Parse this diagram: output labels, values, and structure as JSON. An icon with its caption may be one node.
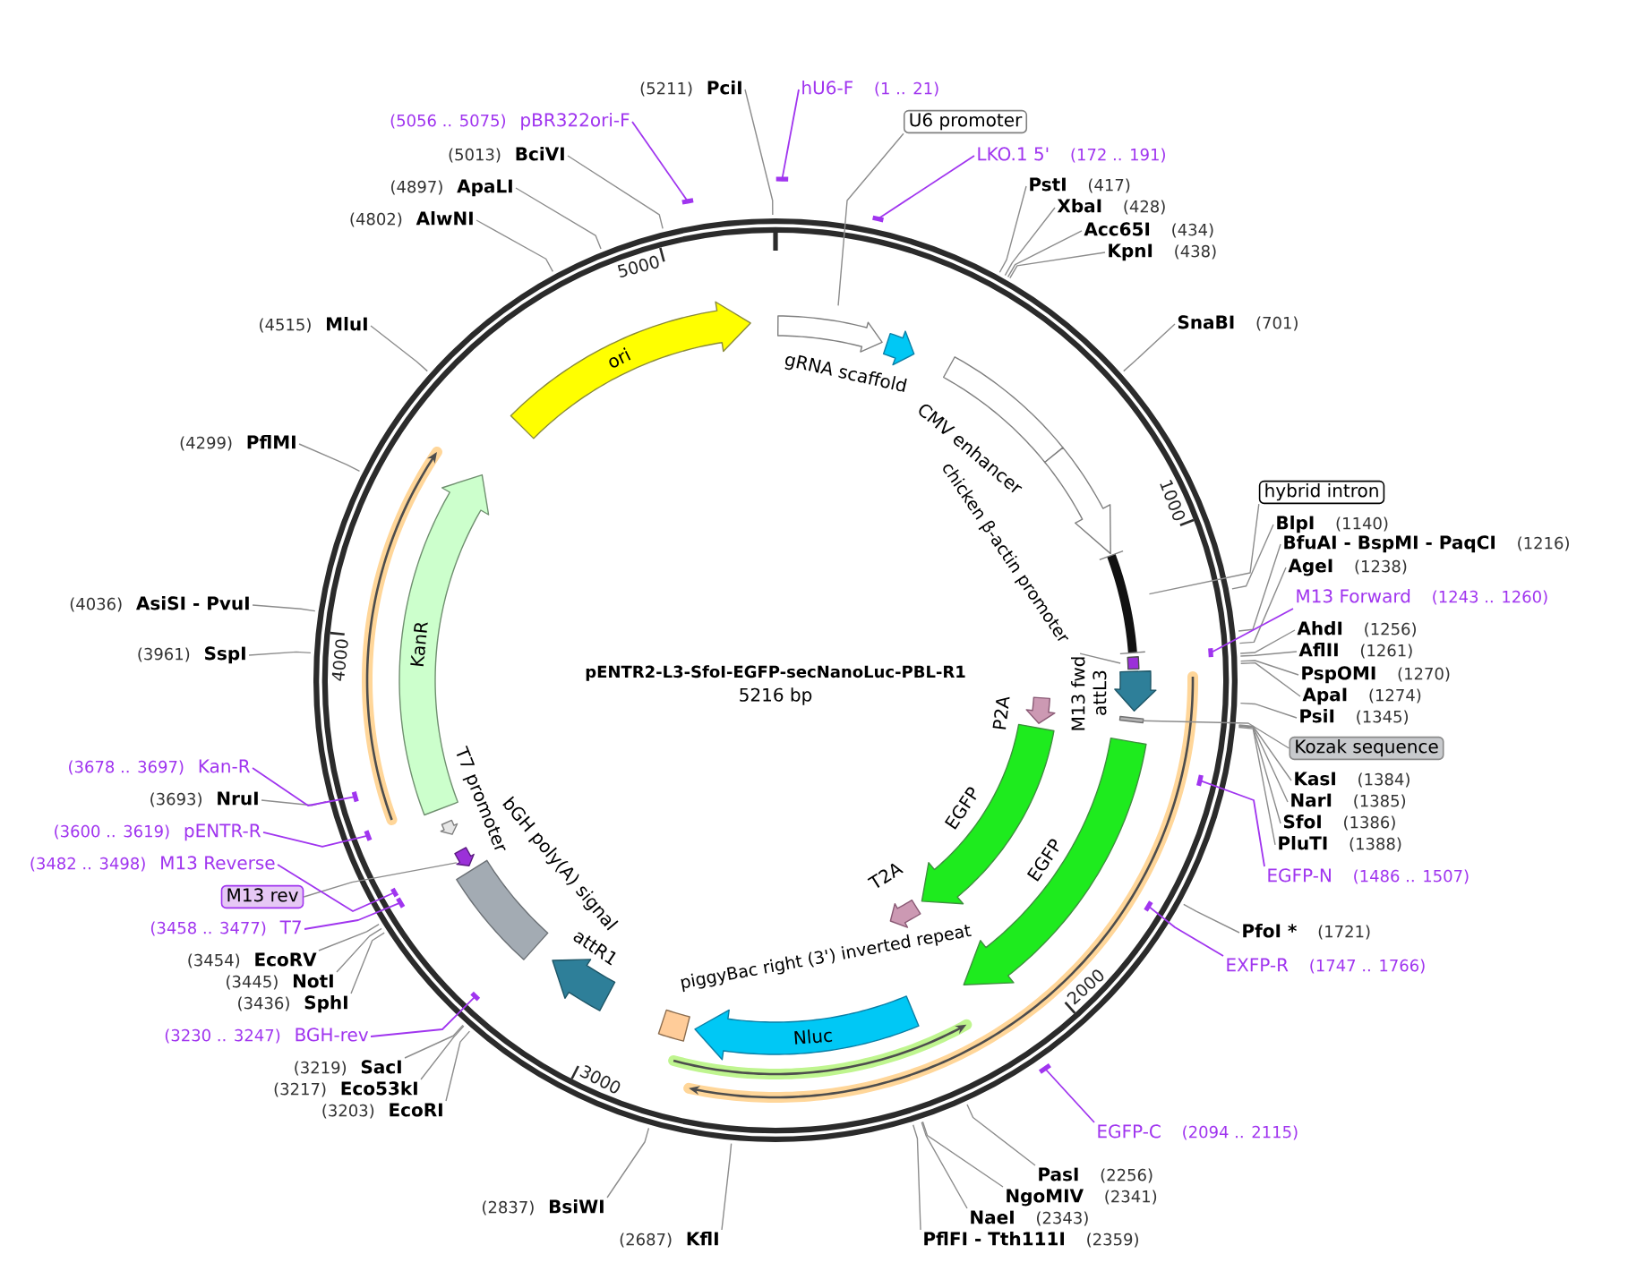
{
  "diagram": {
    "title": "pENTR2-L3-SfoI-EGFP-secNanoLuc-PBL-R1",
    "nodes": [
      {
        "text": [
          "PciI"
        ],
        "beside": [
          "(5211)"
        ]
      },
      {
        "text": [
          "hU6-F"
        ],
        "beside": [
          "(1 .. 21)"
        ]
      },
      {
        "text": [
          "U6 promoter"
        ]
      },
      {
        "text": [
          "LKO.1 5'"
        ],
        "beside": [
          "(172 .. 191)"
        ]
      },
      {
        "text": [
          "PstI"
        ],
        "beside": [
          "(417)"
        ]
      },
      {
        "text": [
          "XbaI"
        ],
        "beside": [
          "(428)"
        ]
      },
      {
        "text": [
          "Acc65I"
        ],
        "beside": [
          "(434)"
        ]
      },
      {
        "text": [
          "KpnI"
        ],
        "beside": [
          "(438)"
        ]
      },
      {
        "text": [
          "SnaBI"
        ],
        "beside": [
          "(701)"
        ]
      },
      {
        "text": [
          "hybrid intron"
        ]
      },
      {
        "text": [
          "BlpI"
        ],
        "beside": [
          "(1140)"
        ]
      },
      {
        "text": [
          "BfuAI - BspMI - PaqCI"
        ],
        "beside": [
          "(1216)"
        ]
      },
      {
        "text": [
          "AgeI"
        ],
        "beside": [
          "(1238)"
        ]
      },
      {
        "text": [
          "M13 Forward"
        ],
        "beside": [
          "(1243 .. 1260)"
        ]
      },
      {
        "text": [
          "AhdI"
        ],
        "beside": [
          "(1256)"
        ]
      },
      {
        "text": [
          "AflII"
        ],
        "beside": [
          "(1261)"
        ]
      },
      {
        "text": [
          "PspOMI"
        ],
        "beside": [
          "(1270)"
        ]
      },
      {
        "text": [
          "ApaI"
        ],
        "beside": [
          "(1274)"
        ]
      },
      {
        "text": [
          "PsiI"
        ],
        "beside": [
          "(1345)"
        ]
      },
      {
        "text": [
          "Kozak sequence"
        ]
      },
      {
        "text": [
          "KasI"
        ],
        "beside": [
          "(1384)"
        ]
      },
      {
        "text": [
          "NarI"
        ],
        "beside": [
          "(1385)"
        ]
      },
      {
        "text": [
          "SfoI"
        ],
        "beside": [
          "(1386)"
        ]
      },
      {
        "text": [
          "PluTI"
        ],
        "beside": [
          "(1388)"
        ]
      },
      {
        "text": [
          "EGFP-N"
        ],
        "beside": [
          "(1486 .. 1507)"
        ]
      },
      {
        "text": [
          "PfoI *"
        ],
        "beside": [
          "(1721)"
        ]
      },
      {
        "text": [
          "EXFP-R"
        ],
        "beside": [
          "(1747 .. 1766)"
        ]
      },
      {
        "text": [
          "EGFP-C"
        ],
        "beside": [
          "(2094 .. 2115)"
        ]
      },
      {
        "text": [
          "PasI"
        ],
        "beside": [
          "(2256)"
        ]
      },
      {
        "text": [
          "NgoMIV"
        ],
        "beside": [
          "(2341)"
        ]
      },
      {
        "text": [
          "NaeI"
        ],
        "beside": [
          "(2343)"
        ]
      },
      {
        "text": [
          "PflFI - Tth111I"
        ],
        "beside": [
          "(2359)"
        ]
      },
      {
        "text": [
          "KflI"
        ],
        "beside": [
          "(2687)"
        ]
      },
      {
        "text": [
          "BsiWI"
        ],
        "beside": [
          "(2837)"
        ]
      },
      {
        "text": [
          "EcoRI"
        ],
        "beside": [
          "(3203)"
        ]
      },
      {
        "text": [
          "Eco53kI"
        ],
        "beside": [
          "(3217)"
        ]
      },
      {
        "text": [
          "SacI"
        ],
        "beside": [
          "(3219)"
        ]
      },
      {
        "text": [
          "BGH-rev"
        ],
        "beside": [
          "(3230 .. 3247)"
        ]
      },
      {
        "text": [
          "SphI"
        ],
        "beside": [
          "(3436)"
        ]
      },
      {
        "text": [
          "NotI"
        ],
        "beside": [
          "(3445)"
        ]
      },
      {
        "text": [
          "EcoRV"
        ],
        "beside": [
          "(3454)"
        ]
      },
      {
        "text": [
          "T7"
        ],
        "beside": [
          "(3458 .. 3477)"
        ]
      },
      {
        "text": [
          "M13 rev"
        ]
      },
      {
        "text": [
          "M13 Reverse"
        ],
        "beside": [
          "(3482 .. 3498)"
        ]
      },
      {
        "text": [
          "pENTR-R"
        ],
        "beside": [
          "(3600 .. 3619)"
        ]
      },
      {
        "text": [
          "NruI"
        ],
        "beside": [
          "(3693)"
        ]
      },
      {
        "text": [
          "Kan-R"
        ],
        "beside": [
          "(3678 .. 3697)"
        ]
      },
      {
        "text": [
          "SspI"
        ],
        "beside": [
          "(3961)"
        ]
      },
      {
        "text": [
          "AsiSI - PvuI"
        ],
        "beside": [
          "(4036)"
        ]
      },
      {
        "text": [
          "PflMI"
        ],
        "beside": [
          "(4299)"
        ]
      },
      {
        "text": [
          "MluI"
        ],
        "beside": [
          "(4515)"
        ]
      },
      {
        "text": [
          "AlwNI"
        ],
        "beside": [
          "(4802)"
        ]
      },
      {
        "text": [
          "ApaLI"
        ],
        "beside": [
          "(4897)"
        ]
      },
      {
        "text": [
          "BciVI"
        ],
        "beside": [
          "(5013)"
        ]
      },
      {
        "text": [
          "pBR322ori-F"
        ],
        "beside": [
          "(5056 .. 5075)"
        ]
      },
      {
        "text": [],
        "shape": "bar"
      },
      {
        "text": [],
        "shape": "bar"
      },
      {
        "text": [],
        "shape": "bar"
      },
      {
        "text": [],
        "shape": "bar"
      },
      {
        "text": [],
        "shape": "bar"
      },
      {
        "text": [],
        "shape": "bar"
      },
      {
        "text": [],
        "shape": "bar"
      },
      {
        "text": [],
        "shape": "bar"
      },
      {
        "text": [],
        "shape": "bar"
      },
      {
        "text": [],
        "shape": "bar"
      },
      {
        "text": [],
        "shape": "bar"
      },
      {
        "text": [],
        "shape": "bar"
      },
      {
        "text": [],
        "shape": "arrow"
      },
      {
        "text": [
          "gRNA scaffold"
        ]
      },
      {
        "text": [
          "CMV enhancer"
        ]
      },
      {
        "text": [
          "chicken β-actin promoter"
        ]
      },
      {
        "text": [],
        "shape": "bar"
      },
      {
        "text": [
          "M13 fwd"
        ]
      },
      {
        "text": [],
        "shape": "bar"
      },
      {
        "text": [
          "attL3"
        ]
      },
      {
        "text": [
          "P2A"
        ]
      },
      {
        "text": [
          "EGFP"
        ]
      },
      {
        "text": [
          "EGFP"
        ]
      },
      {
        "text": [
          "T2A"
        ]
      },
      {
        "text": [
          "Nluc"
        ]
      },
      {
        "text": [
          "piggyBac right (3') inverted repeat"
        ]
      },
      {
        "text": [
          "attR1"
        ]
      },
      {
        "text": [
          "bGH poly(A) signal"
        ]
      },
      {
        "text": [
          "T7 promoter"
        ]
      },
      {
        "text": [
          "KanR"
        ]
      },
      {
        "text": [
          "ori"
        ]
      },
      {
        "text": [],
        "shape": "bar"
      },
      {
        "text": [],
        "shape": "arrow"
      }
    ],
    "edges": [
      {
        "from": 0,
        "to": null,
        "arrow": "none"
      },
      {
        "from": 1,
        "to": 55,
        "arrow": "none",
        "color": "#a035ef"
      },
      {
        "from": 2,
        "to": 67,
        "arrow": "none"
      },
      {
        "from": 3,
        "to": 56,
        "arrow": "none",
        "color": "#a035ef"
      },
      {
        "from": 4,
        "to": null,
        "arrow": "none"
      },
      {
        "from": 5,
        "to": null,
        "arrow": "none"
      },
      {
        "from": 6,
        "to": null,
        "arrow": "none"
      },
      {
        "from": 7,
        "to": null,
        "arrow": "none"
      },
      {
        "from": 8,
        "to": null,
        "arrow": "none"
      },
      {
        "from": 9,
        "to": 71,
        "arrow": "none"
      },
      {
        "from": 10,
        "to": null,
        "arrow": "none"
      },
      {
        "from": 11,
        "to": null,
        "arrow": "none"
      },
      {
        "from": 12,
        "to": null,
        "arrow": "none"
      },
      {
        "from": 13,
        "to": 57,
        "arrow": "none",
        "color": "#a035ef"
      },
      {
        "from": 14,
        "to": null,
        "arrow": "none"
      },
      {
        "from": 15,
        "to": null,
        "arrow": "none"
      },
      {
        "from": 16,
        "to": null,
        "arrow": "none"
      },
      {
        "from": 17,
        "to": null,
        "arrow": "none"
      },
      {
        "from": 18,
        "to": null,
        "arrow": "none"
      },
      {
        "from": 19,
        "to": 86,
        "arrow": "none"
      },
      {
        "from": 20,
        "to": null,
        "arrow": "none"
      },
      {
        "from": 21,
        "to": null,
        "arrow": "none"
      },
      {
        "from": 22,
        "to": null,
        "arrow": "none"
      },
      {
        "from": 23,
        "to": null,
        "arrow": "none"
      },
      {
        "from": 24,
        "to": 58,
        "arrow": "none",
        "color": "#a035ef"
      },
      {
        "from": 25,
        "to": null,
        "arrow": "none"
      },
      {
        "from": 26,
        "to": 59,
        "arrow": "none",
        "color": "#a035ef"
      },
      {
        "from": 27,
        "to": 60,
        "arrow": "none",
        "color": "#a035ef"
      },
      {
        "from": 28,
        "to": null,
        "arrow": "none"
      },
      {
        "from": 29,
        "to": null,
        "arrow": "none"
      },
      {
        "from": 30,
        "to": null,
        "arrow": "none"
      },
      {
        "from": 31,
        "to": null,
        "arrow": "none"
      },
      {
        "from": 32,
        "to": null,
        "arrow": "none"
      },
      {
        "from": 33,
        "to": null,
        "arrow": "none"
      },
      {
        "from": 34,
        "to": null,
        "arrow": "none"
      },
      {
        "from": 35,
        "to": null,
        "arrow": "none"
      },
      {
        "from": 36,
        "to": null,
        "arrow": "none"
      },
      {
        "from": 37,
        "to": 61,
        "arrow": "none",
        "color": "#a035ef"
      },
      {
        "from": 38,
        "to": null,
        "arrow": "none"
      },
      {
        "from": 39,
        "to": null,
        "arrow": "none"
      },
      {
        "from": 40,
        "to": null,
        "arrow": "none"
      },
      {
        "from": 41,
        "to": 62,
        "arrow": "none",
        "color": "#a035ef"
      },
      {
        "from": 42,
        "to": 87,
        "arrow": "none"
      },
      {
        "from": 43,
        "to": 63,
        "arrow": "none",
        "color": "#a035ef"
      },
      {
        "from": 44,
        "to": 64,
        "arrow": "none",
        "color": "#a035ef"
      },
      {
        "from": 45,
        "to": null,
        "arrow": "none"
      },
      {
        "from": 46,
        "to": 65,
        "arrow": "none",
        "color": "#a035ef"
      },
      {
        "from": 47,
        "to": null,
        "arrow": "none"
      },
      {
        "from": 48,
        "to": null,
        "arrow": "none"
      },
      {
        "from": 49,
        "to": null,
        "arrow": "none"
      },
      {
        "from": 50,
        "to": null,
        "arrow": "none"
      },
      {
        "from": 51,
        "to": null,
        "arrow": "none"
      },
      {
        "from": 52,
        "to": null,
        "arrow": "none"
      },
      {
        "from": 53,
        "to": null,
        "arrow": "none"
      },
      {
        "from": 54,
        "to": 66,
        "arrow": "none",
        "color": "#a035ef"
      },
      {
        "from": 72,
        "to": 73,
        "arrow": "none"
      }
    ],
    "labels": [
      "5216 bp",
      "1000",
      "2000",
      "3000",
      "4000",
      "5000"
    ]
  }
}
